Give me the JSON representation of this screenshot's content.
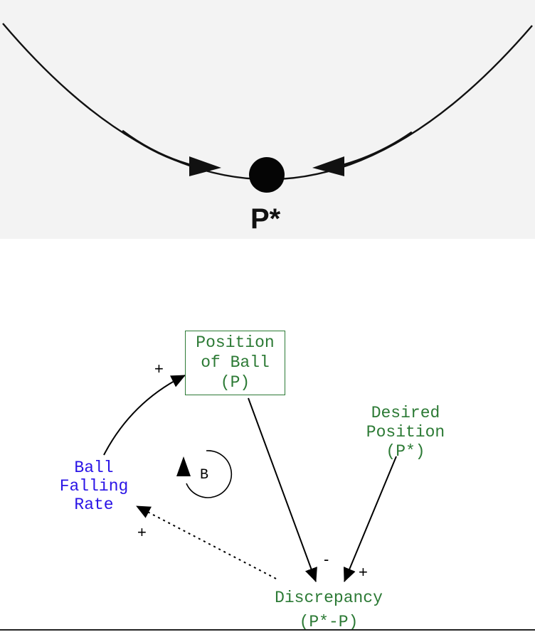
{
  "bowl": {
    "equilibrium_label": "P*"
  },
  "causal_loop": {
    "position_node": {
      "lines": [
        "Position",
        "of Ball",
        "(P)"
      ]
    },
    "desired_node": {
      "lines": [
        "Desired",
        "Position",
        "(P*)"
      ]
    },
    "rate_node": {
      "lines": [
        "Ball",
        "Falling",
        "Rate"
      ]
    },
    "discrepancy_node": {
      "lines": [
        "Discrepancy",
        "(P*-P)"
      ]
    },
    "loop_label": "B",
    "signs": {
      "rate_to_position": "+",
      "position_to_discrepancy": "-",
      "desired_to_discrepancy": "+",
      "discrepancy_to_rate": "+"
    }
  },
  "colors": {
    "stock": "#2c7a35",
    "rate": "#2a14e6",
    "bowl_background": "#f3f3f3"
  }
}
